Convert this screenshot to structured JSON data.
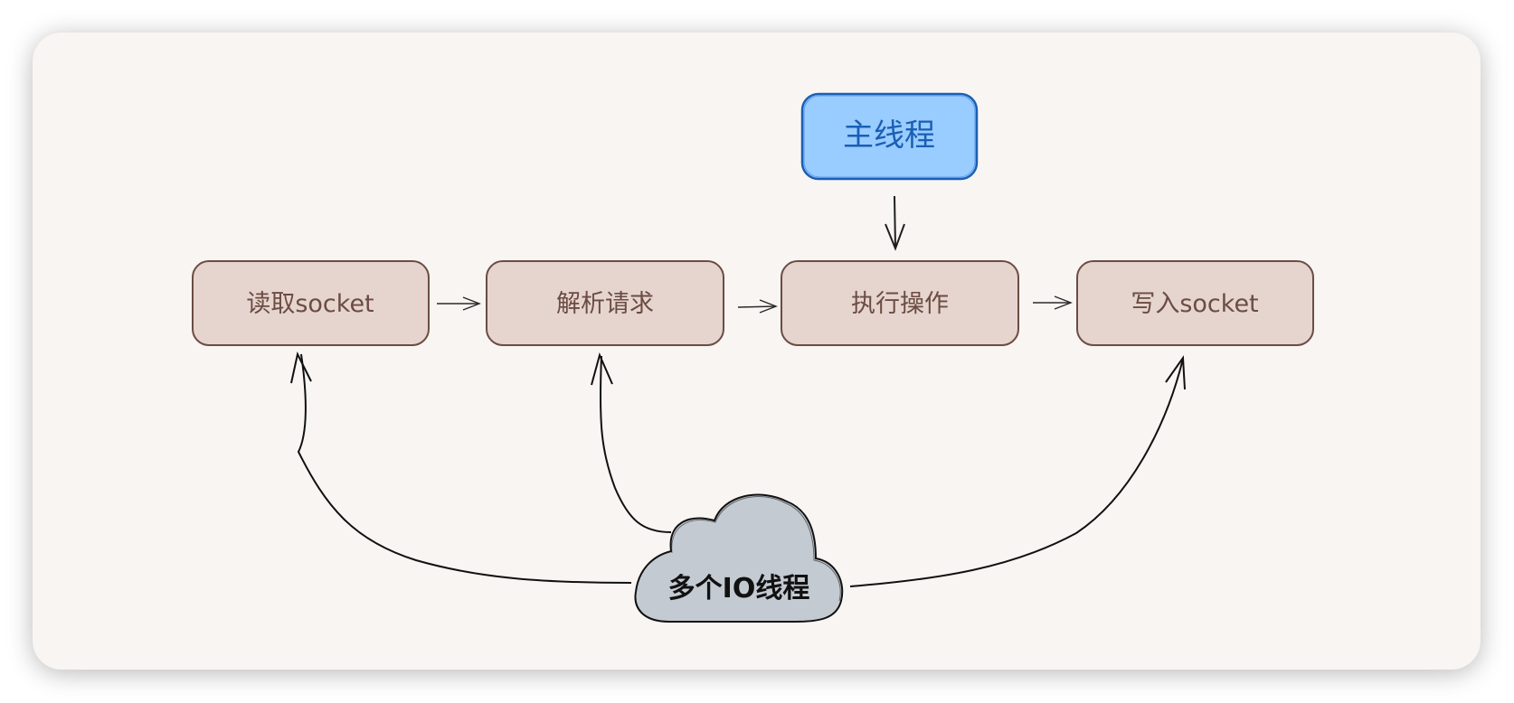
{
  "diagram": {
    "main_thread": {
      "label": "主线程",
      "fill": "#99ccff",
      "stroke": "#1a5fb4",
      "text_color": "#1a5fb4"
    },
    "steps": [
      {
        "label": "读取socket"
      },
      {
        "label": "解析请求"
      },
      {
        "label": "执行操作"
      },
      {
        "label": "写入socket"
      }
    ],
    "step_style": {
      "fill": "#e6d5ce",
      "stroke": "#6b4c44",
      "text_color": "#6b4c44"
    },
    "io_threads": {
      "label": "多个IO线程",
      "fill": "#c4cad2",
      "stroke": "#111111",
      "text_color": "#111111"
    },
    "edges": [
      {
        "from": "读取socket",
        "to": "解析请求"
      },
      {
        "from": "解析请求",
        "to": "执行操作"
      },
      {
        "from": "执行操作",
        "to": "写入socket"
      },
      {
        "from": "主线程",
        "to": "执行操作"
      },
      {
        "from": "多个IO线程",
        "to": "读取socket"
      },
      {
        "from": "多个IO线程",
        "to": "解析请求"
      },
      {
        "from": "多个IO线程",
        "to": "写入socket"
      }
    ],
    "background": "#f9f5f2"
  }
}
